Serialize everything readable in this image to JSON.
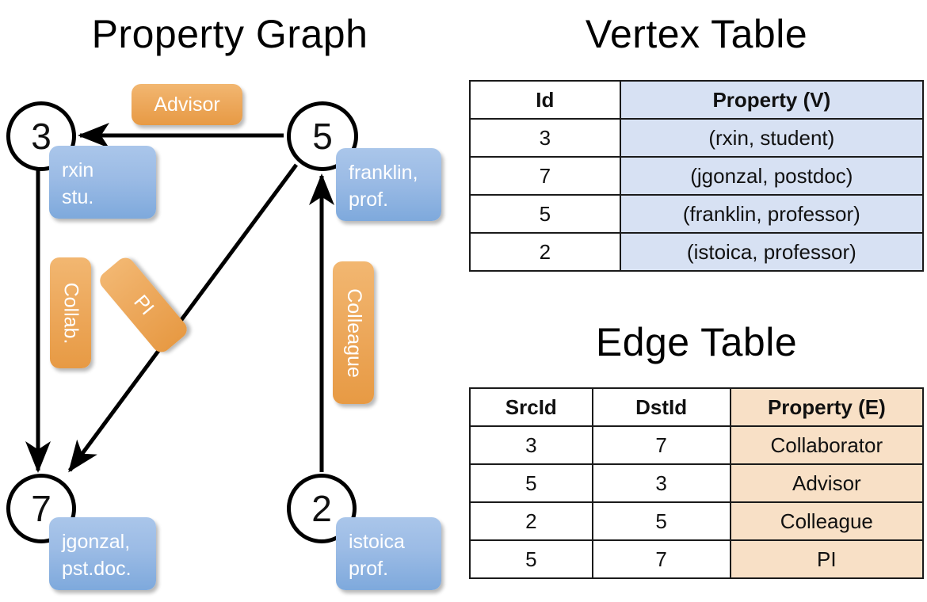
{
  "titles": {
    "property_graph": "Property Graph",
    "vertex_table": "Vertex Table",
    "edge_table": "Edge Table"
  },
  "graph": {
    "nodes": [
      {
        "id": "3",
        "label": "3",
        "property_line1": "rxin",
        "property_line2": "stu."
      },
      {
        "id": "5",
        "label": "5",
        "property_line1": "franklin,",
        "property_line2": "prof."
      },
      {
        "id": "7",
        "label": "7",
        "property_line1": "jgonzal,",
        "property_line2": "pst.doc."
      },
      {
        "id": "2",
        "label": "2",
        "property_line1": "istoica",
        "property_line2": "prof."
      }
    ],
    "edge_labels": [
      {
        "name": "advisor",
        "text": "Advisor"
      },
      {
        "name": "collab",
        "text": "Collab."
      },
      {
        "name": "pi",
        "text": "PI"
      },
      {
        "name": "colleague",
        "text": "Colleague"
      }
    ],
    "colors": {
      "vertex_box": "#9bbbe5",
      "edge_box": "#eda95d",
      "stroke": "#000000"
    }
  },
  "vertex_table": {
    "headers": [
      "Id",
      "Property (V)"
    ],
    "rows": [
      {
        "id": "3",
        "property": "(rxin, student)"
      },
      {
        "id": "7",
        "property": "(jgonzal, postdoc)"
      },
      {
        "id": "5",
        "property": "(franklin, professor)"
      },
      {
        "id": "2",
        "property": "(istoica, professor)"
      }
    ],
    "accent_color": "#d7e1f3"
  },
  "edge_table": {
    "headers": [
      "SrcId",
      "DstId",
      "Property (E)"
    ],
    "rows": [
      {
        "src": "3",
        "dst": "7",
        "property": "Collaborator"
      },
      {
        "src": "5",
        "dst": "3",
        "property": "Advisor"
      },
      {
        "src": "2",
        "dst": "5",
        "property": "Colleague"
      },
      {
        "src": "5",
        "dst": "7",
        "property": "PI"
      }
    ],
    "accent_color": "#f8e0c6"
  }
}
